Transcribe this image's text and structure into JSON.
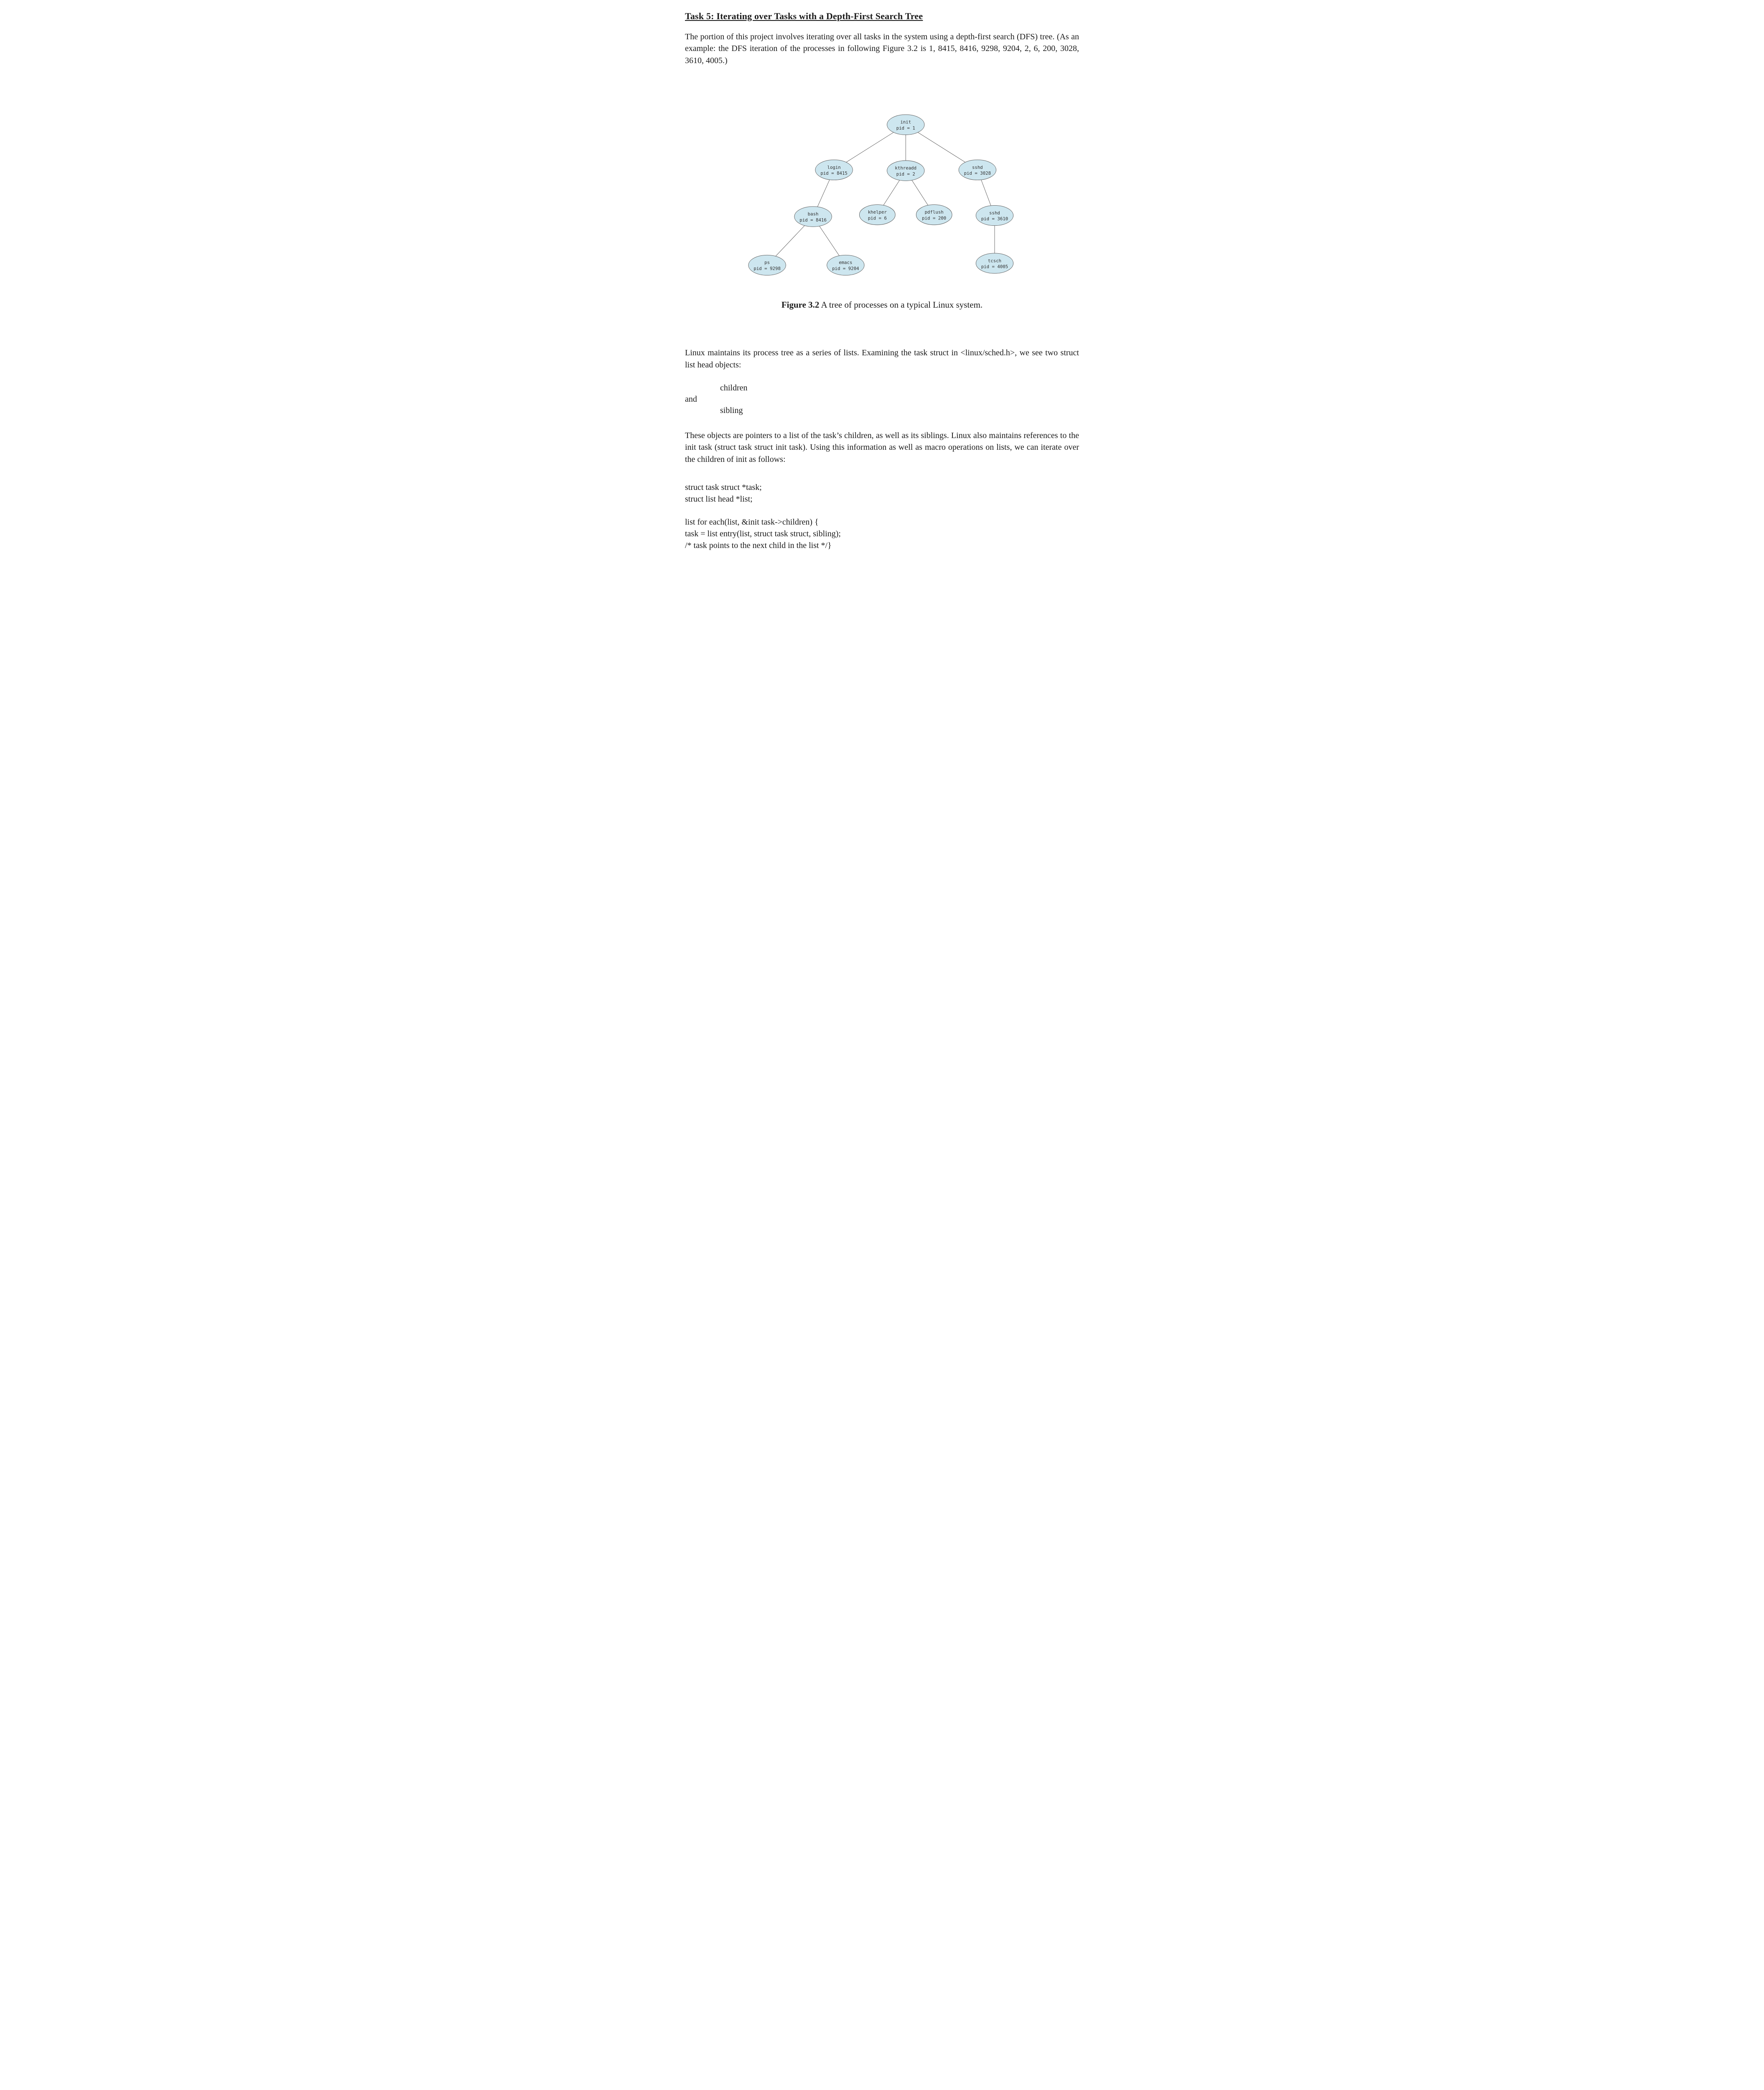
{
  "page": {
    "title": "Task 5:  Iterating over Tasks with a Depth-First Search Tree",
    "intro": "The portion of this project involves iterating over all tasks in the system using a depth-first search (DFS) tree. (As an example: the DFS iteration of the processes in following Figure 3.2 is 1, 8415, 8416, 9298, 9204, 2, 6, 200, 3028, 3610, 4005.)"
  },
  "figure": {
    "caption_label": "Figure 3.2",
    "caption_text": " A tree of processes on a typical Linux system.",
    "node_fill": "#cde6ef",
    "node_stroke": "#555555",
    "nodes": [
      {
        "name": "init",
        "pid": "pid = 1"
      },
      {
        "name": "login",
        "pid": "pid = 8415"
      },
      {
        "name": "kthreadd",
        "pid": "pid = 2"
      },
      {
        "name": "sshd",
        "pid": "pid = 3028"
      },
      {
        "name": "bash",
        "pid": "pid = 8416"
      },
      {
        "name": "khelper",
        "pid": "pid = 6"
      },
      {
        "name": "pdflush",
        "pid": "pid = 200"
      },
      {
        "name": "sshd",
        "pid": "pid = 3610"
      },
      {
        "name": "ps",
        "pid": "pid = 9298"
      },
      {
        "name": "emacs",
        "pid": "pid = 9204"
      },
      {
        "name": "tcsch",
        "pid": "pid = 4005"
      }
    ],
    "edges": [
      [
        0,
        1
      ],
      [
        0,
        2
      ],
      [
        0,
        3
      ],
      [
        1,
        4
      ],
      [
        2,
        5
      ],
      [
        2,
        6
      ],
      [
        3,
        7
      ],
      [
        4,
        8
      ],
      [
        4,
        9
      ],
      [
        7,
        10
      ]
    ]
  },
  "body": {
    "para_lists": "Linux maintains its process tree as a series of lists. Examining the task struct in <linux/sched.h>, we see two struct list head objects:",
    "item_children": "children",
    "conj_and": "and",
    "item_sibling": "sibling",
    "para_pointers": "These objects are pointers to a list of the task’s children, as well as its siblings. Linux also maintains references to the init task (struct task struct init task). Using this information as well as macro operations on lists, we can iterate over the children of init as follows:",
    "code": {
      "line1": "struct task struct *task;",
      "line2": "struct list head *list;",
      "line3": "list for each(list, &init task->children) {",
      "line4": "task = list entry(list, struct task struct, sibling);",
      "line5": "/* task points to the next child in the list */}"
    }
  }
}
